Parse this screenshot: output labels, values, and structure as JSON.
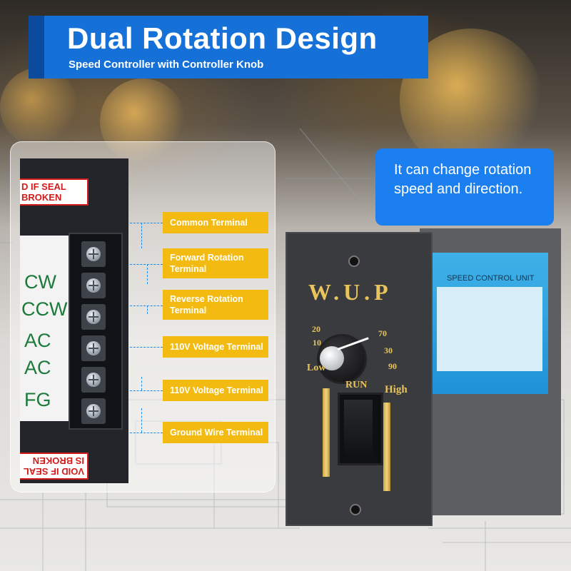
{
  "header": {
    "title": "Dual Rotation Design",
    "subtitle": "Speed Controller with Controller Knob",
    "color": "#1570d8"
  },
  "info_box": {
    "text": "It can change rotation speed and direction.",
    "color": "#1b7ff0"
  },
  "terminal_photo": {
    "seal_top": [
      "D IF SEAL",
      "BROKEN"
    ],
    "seal_bottom": [
      "IS BROKEN",
      "VOID IF SEAL"
    ],
    "labels": [
      "CW",
      "CCW",
      "AC",
      "AC",
      "FG"
    ]
  },
  "callouts": [
    {
      "label": "Common Terminal"
    },
    {
      "label": "Forward Rotation Terminal"
    },
    {
      "label": "Reverse Rotation Terminal"
    },
    {
      "label": "110V Voltage Terminal"
    },
    {
      "label": "110V Voltage Terminal"
    },
    {
      "label": "Ground Wire Terminal"
    }
  ],
  "callout_color": "#f3bb12",
  "device": {
    "brand": "W.U.P",
    "dial_numbers": [
      "20",
      "10",
      "70",
      "30",
      "90"
    ],
    "low_label": "Low",
    "high_label": "High",
    "run_label": "RUN",
    "side_label_title": "SPEED CONTROL UNIT",
    "accent_gold": "#e8c45a"
  }
}
